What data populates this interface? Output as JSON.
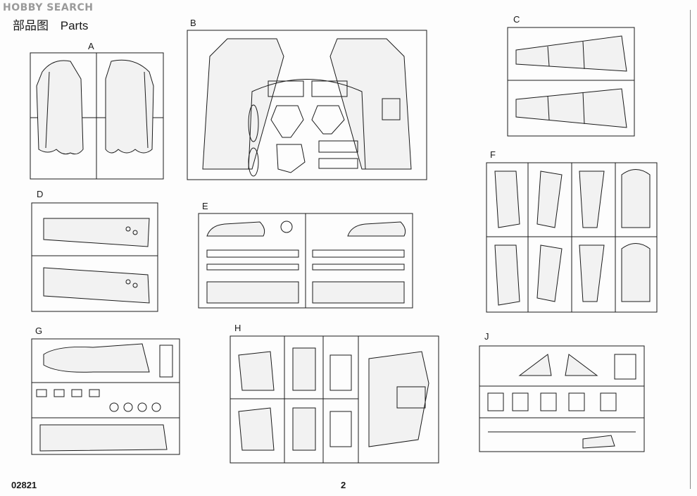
{
  "watermark": "HOBBY SEARCH",
  "header": {
    "title_cn": "部品图",
    "title_en": "Parts"
  },
  "sprues": [
    {
      "id": "a",
      "label": "A"
    },
    {
      "id": "b",
      "label": "B"
    },
    {
      "id": "c",
      "label": "C"
    },
    {
      "id": "d",
      "label": "D"
    },
    {
      "id": "e",
      "label": "E"
    },
    {
      "id": "f",
      "label": "F"
    },
    {
      "id": "g",
      "label": "G"
    },
    {
      "id": "h",
      "label": "H"
    },
    {
      "id": "j",
      "label": "J"
    }
  ],
  "footer": {
    "code": "02821",
    "page_number": "2"
  },
  "colors": {
    "ink": "#1a1a1a",
    "paper": "#fdfdfd",
    "watermark": "#9a9a9a",
    "part_fill": "#f2f2f2"
  }
}
